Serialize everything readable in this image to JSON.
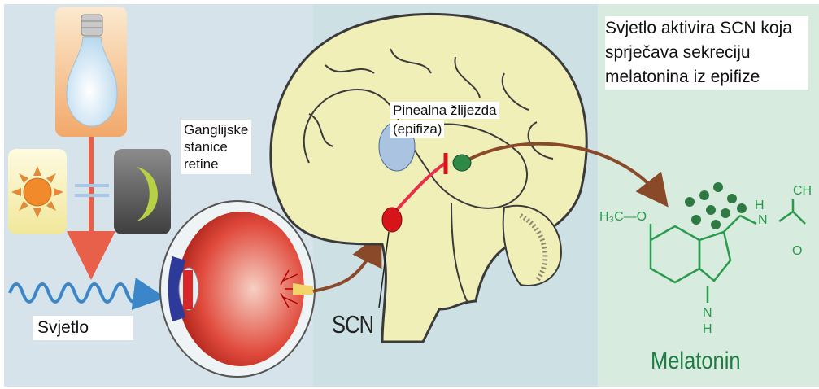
{
  "labels": {
    "ganglion_cells": "Ganglijske\nstanice\nretine",
    "pineal_line1": "Pinealna žlijezda",
    "pineal_line2": "(epifiza)",
    "light": "Svjetlo",
    "scn": "SCN",
    "explanation": "Svjetlo aktivira SCN koja sprječava sekreciju melatonina iz epifize",
    "melatonin": "Melatonin"
  },
  "molecule_atoms": {
    "methoxy": "H₃C—O",
    "amide_h": "H",
    "amide_n": "N",
    "indole_n": "N",
    "indole_h": "H",
    "carbonyl_o": "O",
    "methyl": "CH"
  },
  "icons": [
    "light-bulb-icon",
    "sun-icon",
    "moon-icon",
    "eye-icon",
    "brain-icon",
    "melatonin-molecule-icon"
  ],
  "colors": {
    "panel_left": "#d6e3ea",
    "panel_mid": "#cde1e5",
    "panel_right": "#d7ecdf",
    "brain_fill": "#f1efb8",
    "arrow_brown": "#8a4a2a",
    "scn_red": "#d8141b",
    "pineal_green": "#2e8a46",
    "molecule_green": "#2a9a4c"
  }
}
